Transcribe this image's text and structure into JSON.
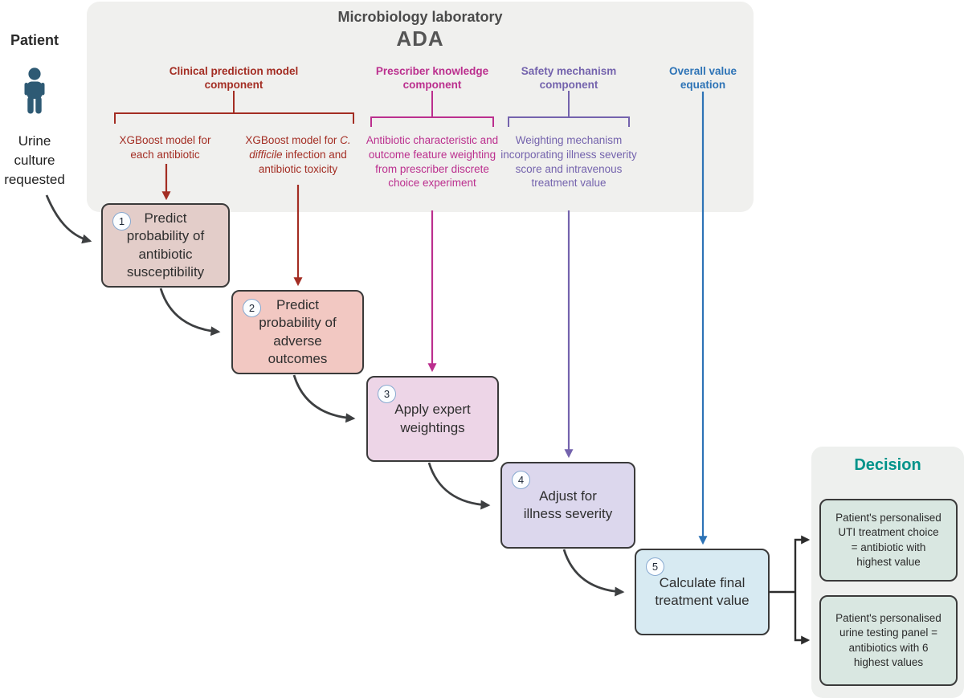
{
  "lab": {
    "title": "Microbiology laboratory",
    "name": "ADA"
  },
  "patient": {
    "label": "Patient",
    "icon": "person-icon",
    "icon_color": "#2e5a74",
    "caption": "Urine culture requested"
  },
  "components": {
    "clinical": {
      "label": "Clinical prediction model component",
      "color": "#a32d23",
      "inputs": [
        {
          "text": "XGBoost model for each antibiotic"
        },
        {
          "pre": "XGBoost model for ",
          "italic": "C. difficile",
          "post": " infection and antibiotic toxicity"
        }
      ]
    },
    "prescriber": {
      "label": "Prescriber knowledge component",
      "color": "#bb2f8e",
      "description": "Antibiotic characteristic and outcome feature weighting from prescriber discrete choice experiment"
    },
    "safety": {
      "label": "Safety mechanism component",
      "color": "#7463ad",
      "description": "Weighting mechanism incorporating illness severity score and intravenous treatment value"
    },
    "overall": {
      "label": "Overall value equation",
      "color": "#2d73b6"
    }
  },
  "steps": [
    {
      "num": "1",
      "label": "Predict probability of antibiotic susceptibility",
      "fill": "#e3cdc9"
    },
    {
      "num": "2",
      "label": "Predict probability of adverse outcomes",
      "fill": "#f2c8c2"
    },
    {
      "num": "3",
      "label": "Apply expert weightings",
      "fill": "#edd5e7"
    },
    {
      "num": "4",
      "label": "Adjust for illness severity",
      "fill": "#dcd7ed"
    },
    {
      "num": "5",
      "label": "Calculate final treatment value",
      "fill": "#d7eaf2"
    }
  ],
  "decision": {
    "title": "Decision",
    "color": "#00938a",
    "outcomes": [
      {
        "text": "Patient's personalised UTI treatment choice = antibiotic with highest value"
      },
      {
        "text": "Patient's personalised urine testing panel = antibiotics with 6 highest values"
      }
    ]
  },
  "palette": {
    "panel_bg": "#f0f0ee",
    "box_border": "#3a3a3a",
    "flow_arrow": "#3d3f41",
    "branch_line": "#2c2c2c",
    "step_badge_border": "#87a9d0"
  }
}
